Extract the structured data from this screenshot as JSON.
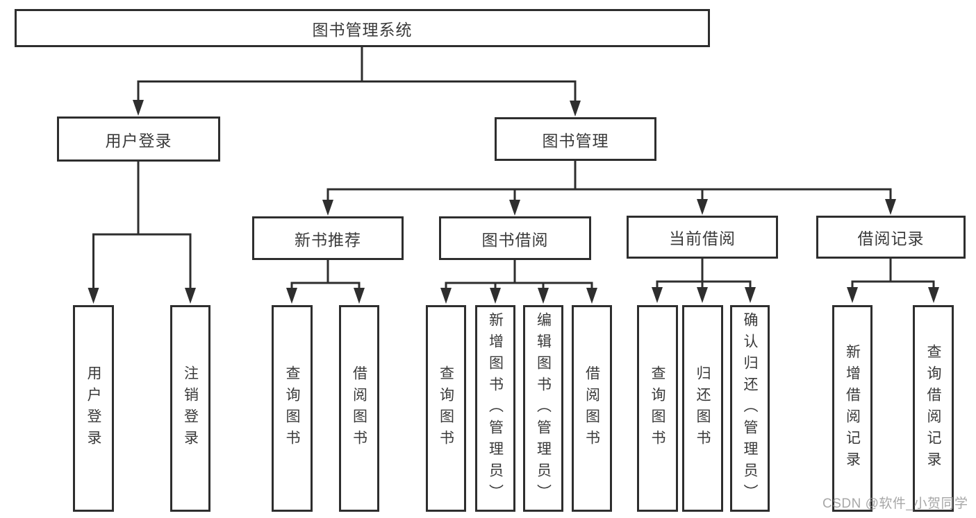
{
  "page": {
    "background": "#ffffff"
  },
  "colors": {
    "line": "#2e2e2e",
    "text": "#3a3a3a",
    "watermark": "rgba(145,145,145,0.8)"
  },
  "diagram": {
    "root": {
      "label": "图书管理系统",
      "children": [
        {
          "label": "用户登录",
          "children": [
            {
              "label": "用户登录"
            },
            {
              "label": "注销登录"
            }
          ]
        },
        {
          "label": "图书管理",
          "children": [
            {
              "label": "新书推荐",
              "children": [
                {
                  "label": "查询图书"
                },
                {
                  "label": "借阅图书"
                }
              ]
            },
            {
              "label": "图书借阅",
              "children": [
                {
                  "label": "查询图书"
                },
                {
                  "label": "新增图书（管理员）"
                },
                {
                  "label": "编辑图书（管理员）"
                },
                {
                  "label": "借阅图书"
                }
              ]
            },
            {
              "label": "当前借阅",
              "children": [
                {
                  "label": "查询图书"
                },
                {
                  "label": "归还图书"
                },
                {
                  "label": "确认归还（管理员）"
                }
              ]
            },
            {
              "label": "借阅记录",
              "children": [
                {
                  "label": "新增借阅记录"
                },
                {
                  "label": "查询借阅记录"
                }
              ]
            }
          ]
        }
      ]
    }
  },
  "watermark": {
    "text": "CSDN @软件_小贺同学"
  }
}
